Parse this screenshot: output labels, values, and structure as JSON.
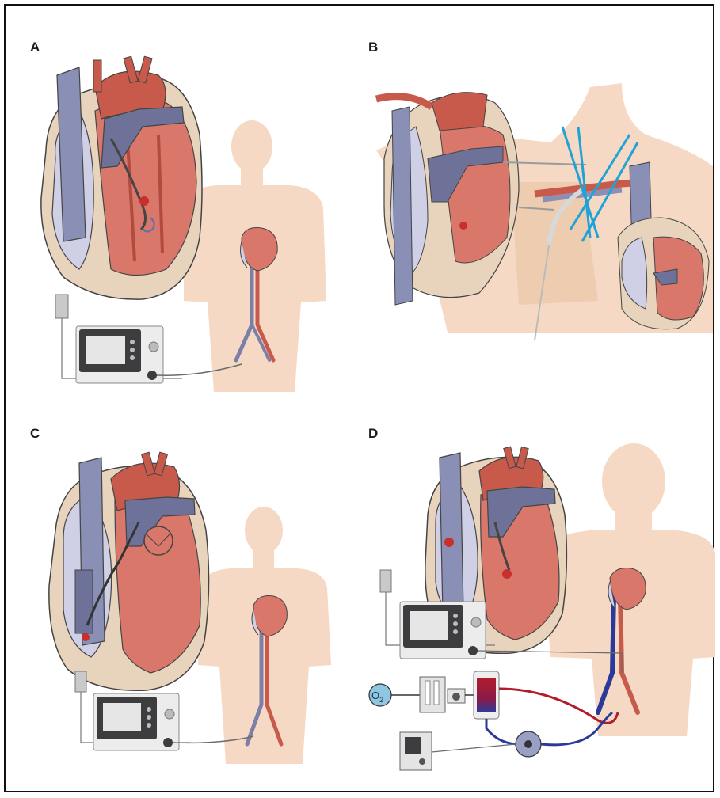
{
  "figure": {
    "panels": [
      {
        "label": "A"
      },
      {
        "label": "B"
      },
      {
        "label": "C"
      },
      {
        "label": "D"
      }
    ],
    "oxygenator_label": "O",
    "oxygenator_subscript": "2"
  },
  "colors": {
    "skin": "#f6d9c4",
    "vein_blue": "#8a8fb5",
    "vein_dark": "#6e7298",
    "artery_red": "#c85a4c",
    "muscle_red": "#d9776a",
    "atrium_lilac": "#cfd0e6",
    "pericardium": "#e8d3bd",
    "console_dark": "#3d3d3f",
    "catheter_blue": "#1fa3d6",
    "line_grey": "#6b6b6b"
  }
}
